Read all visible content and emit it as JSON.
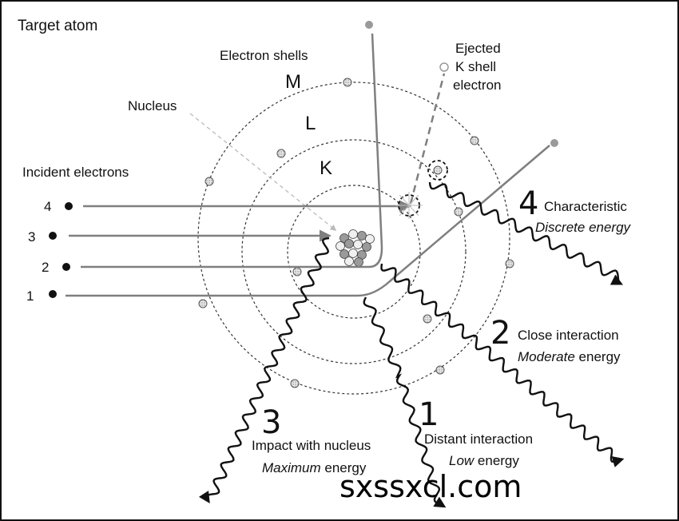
{
  "title": "Target atom",
  "labels": {
    "electron_shells": "Electron shells",
    "nucleus": "Nucleus",
    "incident_electrons": "Incident electrons",
    "ejected_line1": "Ejected",
    "ejected_line2": "K shell",
    "ejected_line3": "electron"
  },
  "shells": [
    {
      "name": "K"
    },
    {
      "name": "L"
    },
    {
      "name": "M"
    }
  ],
  "incident_numbers": [
    "4",
    "3",
    "2",
    "1"
  ],
  "interactions": {
    "characteristic": {
      "number": "4",
      "title": "Characteristic",
      "energy_word": "Discrete energy",
      "energy_rest": ""
    },
    "close": {
      "number": "2",
      "title": "Close interaction",
      "energy_word": "Moderate",
      "energy_rest": " energy"
    },
    "distant": {
      "number": "1",
      "title": "Distant interaction",
      "energy_word": "Low",
      "energy_rest": " energy"
    },
    "impact": {
      "number": "3",
      "title": "Impact with nucleus",
      "energy_word": "Maximum",
      "energy_rest": " energy"
    }
  },
  "watermark": "sxssxcl.com",
  "colors": {
    "line_gray": "#7f7f7f",
    "ink": "#111111",
    "shell_dash": "#333333",
    "particle_fill": "#d9d9d9"
  }
}
